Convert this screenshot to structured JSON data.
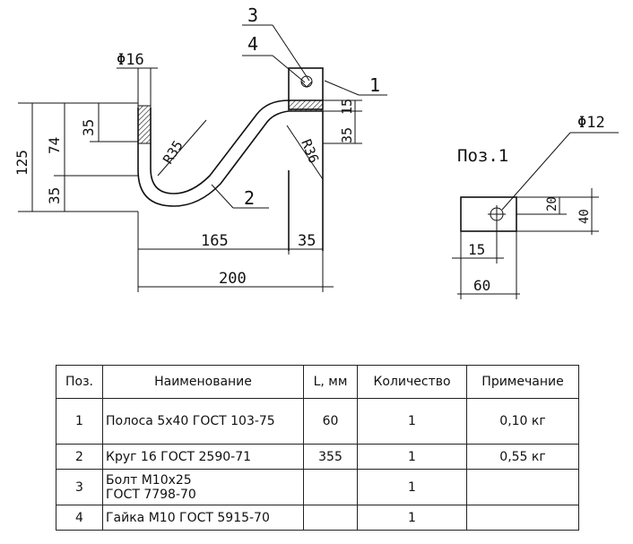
{
  "drawing": {
    "item_callouts": [
      "3",
      "4",
      "1",
      "2"
    ],
    "diameter_rod": "Φ16",
    "dims_left": {
      "d125": "125",
      "d74": "74",
      "d35_upper": "35",
      "d35_lower": "35"
    },
    "dims_bottom": {
      "d165": "165",
      "d35": "35",
      "d200": "200"
    },
    "radii": {
      "r35": "R35",
      "r36": "R36"
    },
    "dims_right_small": {
      "d15": "15",
      "d35": "35"
    },
    "detail": {
      "title": "Поз.1",
      "hole_diameter": "Φ12",
      "d20": "20",
      "d40": "40",
      "d15": "15",
      "d60": "60"
    }
  },
  "table": {
    "headers": [
      "Поз.",
      "Наименование",
      "L, мм",
      "Количество",
      "Примечание"
    ],
    "rows": [
      {
        "pos": "1",
        "name": "Полоса 5х40 ГОСТ 103-75",
        "name2": "",
        "len": "60",
        "qty": "1",
        "note": "0,10 кг"
      },
      {
        "pos": "2",
        "name": "Круг 16 ГОСТ 2590-71",
        "name2": "",
        "len": "355",
        "qty": "1",
        "note": "0,55 кг"
      },
      {
        "pos": "3",
        "name": "Болт М10х25",
        "name2": "ГОСТ 7798-70",
        "len": "",
        "qty": "1",
        "note": ""
      },
      {
        "pos": "4",
        "name": "Гайка М10 ГОСТ 5915-70",
        "name2": "",
        "len": "",
        "qty": "1",
        "note": ""
      }
    ]
  }
}
